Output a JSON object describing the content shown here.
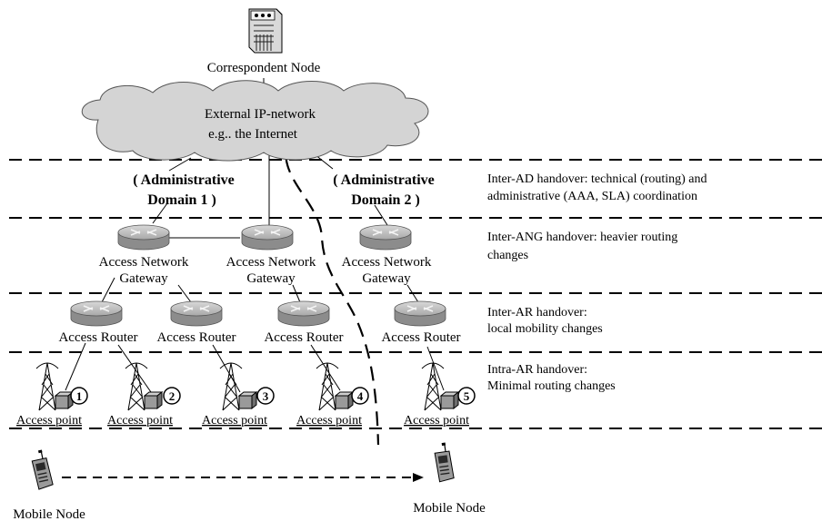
{
  "correspondent_node": "Correspondent Node",
  "cloud": {
    "line1": "External IP-network",
    "line2": "e.g.. the Internet"
  },
  "domains": [
    {
      "line1": "( Administrative",
      "line2": "Domain 1 )"
    },
    {
      "line1": "( Administrative",
      "line2": "Domain 2 )"
    }
  ],
  "gateways": [
    {
      "line1": "Access Network",
      "line2": "Gateway"
    },
    {
      "line1": "Access Network",
      "line2": "Gateway"
    },
    {
      "line1": "Access Network",
      "line2": "Gateway"
    }
  ],
  "routers": [
    {
      "label": "Access Router"
    },
    {
      "label": "Access Router"
    },
    {
      "label": "Access Router"
    },
    {
      "label": "Access Router"
    }
  ],
  "access_points": [
    {
      "label": "Access point",
      "number": "1"
    },
    {
      "label": "Access point",
      "number": "2"
    },
    {
      "label": "Access point",
      "number": "3"
    },
    {
      "label": "Access point",
      "number": "4"
    },
    {
      "label": "Access point",
      "number": "5"
    }
  ],
  "mobile_nodes": [
    "Mobile Node",
    "Mobile Node"
  ],
  "handover_levels": [
    {
      "line1": "Inter-AD handover: technical (routing) and",
      "line2": "administrative (AAA, SLA) coordination"
    },
    {
      "line1": "Inter-ANG handover: heavier routing",
      "line2": "changes"
    },
    {
      "line1": "Inter-AR handover:",
      "line2": "local mobility changes"
    },
    {
      "line1": "Intra-AR handover:",
      "line2": "Minimal routing changes"
    }
  ]
}
